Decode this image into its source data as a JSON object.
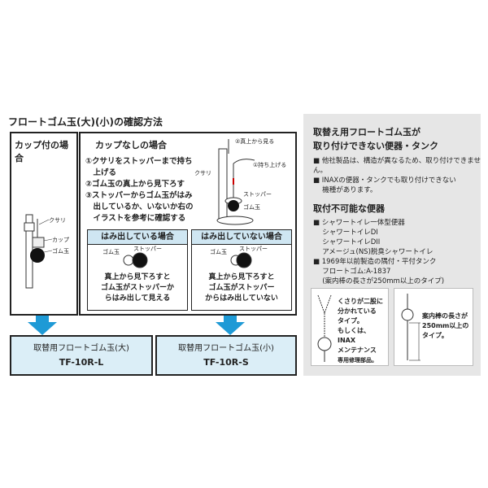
{
  "title": "フロートゴム玉(大)(小)の確認方法",
  "cup": {
    "heading": "カップ付の場合",
    "labels": {
      "chain": "クサリ",
      "cup": "カップ",
      "ball": "ゴム玉"
    }
  },
  "nocup": {
    "heading": "カップなしの場合",
    "steps": [
      "①クサリをストッパーまで持ち",
      "　上げる",
      "②ゴム玉の真上から見下ろす",
      "③ストッパーからゴム玉がはみ",
      "　出しているか、いないか右の",
      "　イラストを参考に確認する"
    ],
    "illus": {
      "view": "②真上から見る",
      "lift": "①持ち上げる",
      "chain": "クサリ",
      "stopper": "ストッパー",
      "ball": "ゴム玉"
    },
    "protruding": {
      "heading": "はみ出している場合",
      "ball": "ゴム玉",
      "stopper": "ストッパー",
      "text": [
        "真上から見下ろすと",
        "ゴム玉がストッパーか",
        "らはみ出して見える"
      ]
    },
    "not_protruding": {
      "heading": "はみ出していない場合",
      "ball": "ゴム玉",
      "stopper": "ストッパー",
      "text": [
        "真上から見下ろすと",
        "ゴム玉がストッパー",
        "からはみ出していない"
      ]
    }
  },
  "products": [
    {
      "name": "取替用フロートゴム玉(大)",
      "code": "TF-10R-L"
    },
    {
      "name": "取替用フロートゴム玉(小)",
      "code": "TF-10R-S"
    }
  ],
  "side": {
    "heading": [
      "取替え用フロートゴム玉が",
      "取り付けできない便器・タンク"
    ],
    "notes": [
      "■ 他社製品は、構造が異なるため、取り付けできません。",
      "■ INAXの便器・タンクでも取り付けできない",
      "　 機種があります。"
    ],
    "heading2": "取付不可能な便器",
    "items": [
      "■ シャワートイレ一体型便器",
      "　 シャワートイレDI",
      "　 シャワートイレDII",
      "　 アメージュ(NS)脱臭シャワートイレ",
      "■ 1969年以前製造の隅付・平付タンク",
      "　 フロートゴム:A-1837",
      "　 (案内棒の長さが250mm以上のタイプ)"
    ],
    "card1": [
      "くさりが二股に",
      "分かれている",
      "タイプ。",
      "もしくは、INAX",
      "メンテナンス",
      "専用修理部品。"
    ],
    "card2": [
      "案内棒の長さが",
      "250mm以上の",
      "タイプ。"
    ]
  },
  "colors": {
    "arrow": "#1e9ad6",
    "product_bg": "#dbeef7",
    "panel": "#e6e6e6"
  }
}
